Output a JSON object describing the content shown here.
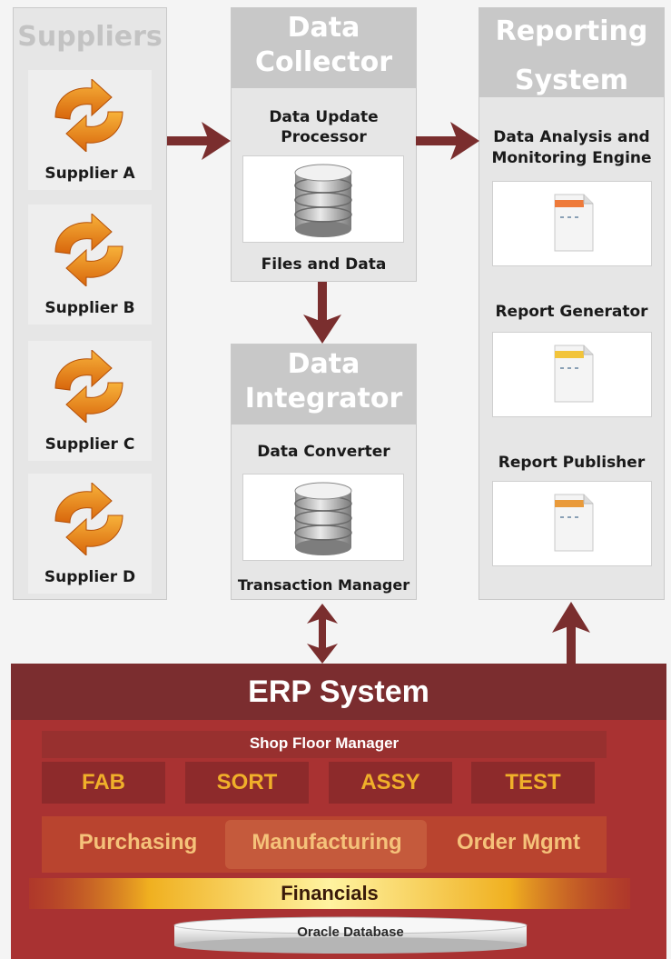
{
  "suppliers": {
    "title": "Suppliers",
    "items": [
      {
        "label": "Supplier A"
      },
      {
        "label": "Supplier B"
      },
      {
        "label": "Supplier C"
      },
      {
        "label": "Supplier D"
      }
    ]
  },
  "collector": {
    "title_line1": "Data",
    "title_line2": "Collector",
    "processor_line1": "Data Update",
    "processor_line2": "Processor",
    "files_label": "Files and Data"
  },
  "integrator": {
    "title_line1": "Data",
    "title_line2": "Integrator",
    "converter_label": "Data Converter",
    "transaction_label": "Transaction Manager"
  },
  "reporting": {
    "title_line1": "Reporting",
    "title_line2": "System",
    "items": [
      {
        "label_line1": "Data Analysis and",
        "label_line2": "Monitoring Engine"
      },
      {
        "label_line1": "Report Generator",
        "label_line2": ""
      },
      {
        "label_line1": "Report Publisher",
        "label_line2": ""
      }
    ]
  },
  "erp": {
    "title": "ERP System",
    "shop_floor": "Shop Floor Manager",
    "stages": [
      "FAB",
      "SORT",
      "ASSY",
      "TEST"
    ],
    "modules": [
      "Purchasing",
      "Manufacturing",
      "Order Mgmt"
    ],
    "financials": "Financials",
    "database": "Oracle Database"
  },
  "colors": {
    "arrow": "#7a2e2e",
    "erp_header": "#7b2d2f",
    "erp_body": "#a93232",
    "chip_text": "#f0b02a",
    "panel_title": "#ffffff"
  },
  "icons": {
    "supplier": "orange-cycle-arrows-icon",
    "database": "database-cylinder-icon",
    "report": "document-report-icon"
  }
}
